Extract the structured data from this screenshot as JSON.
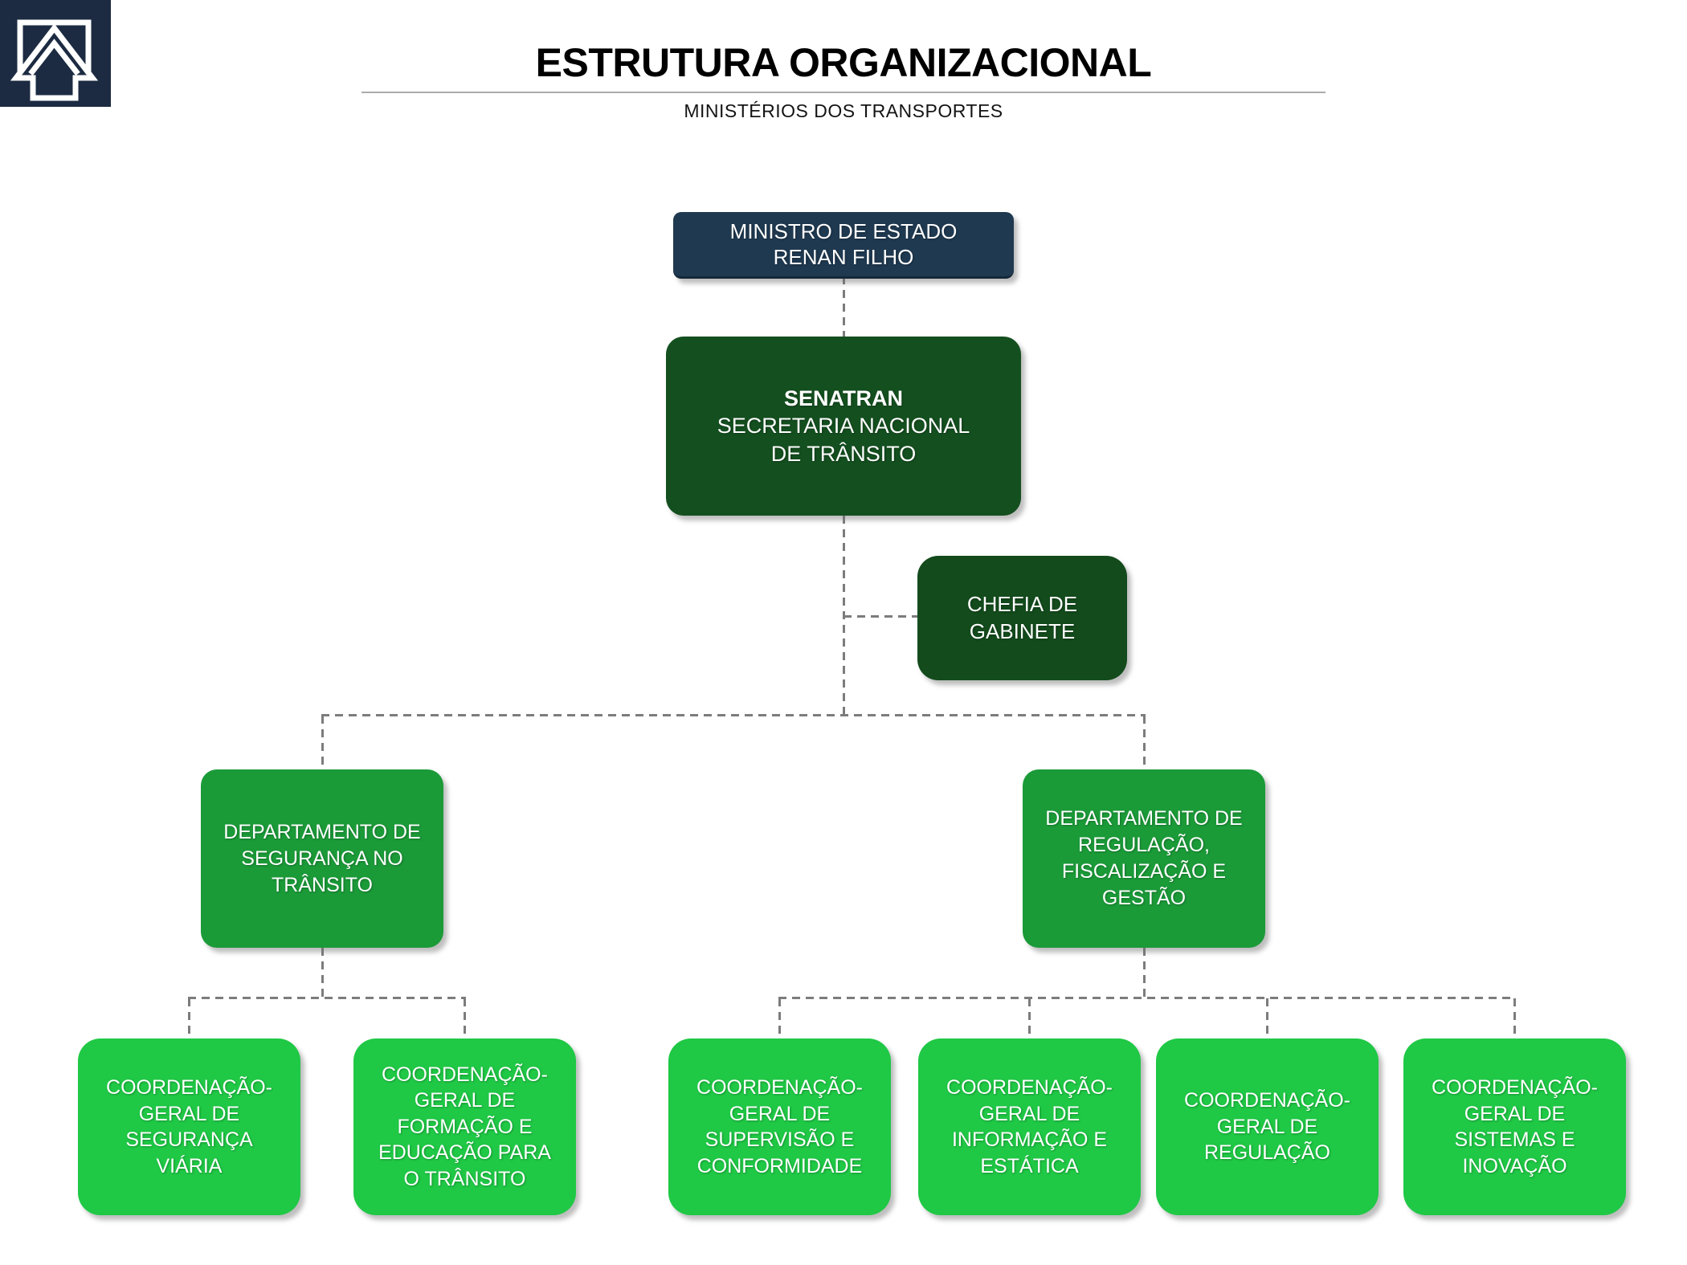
{
  "header": {
    "title": "ESTRUTURA ORGANIZACIONAL",
    "subtitle": "MINISTÉRIOS DOS TRANSPORTES"
  },
  "logo": {
    "icon": "house-arrow-up-icon"
  },
  "colors": {
    "logo_navy": "#1c2b42",
    "minister_navy": "#1f3950",
    "secretariat_dark_green": "#144f1f",
    "department_green": "#1b9a38",
    "coordination_green": "#1fc845",
    "connector_gray": "#7c7c7c"
  },
  "org": {
    "minister": {
      "lines": [
        "MINISTRO DE ESTADO",
        "RENAN FILHO"
      ]
    },
    "secretariat": {
      "acronym": "SENATRAN",
      "name_lines": [
        "SECRETARIA NACIONAL",
        "DE TRÂNSITO"
      ]
    },
    "chief_of_staff": {
      "lines": [
        "CHEFIA DE",
        "GABINETE"
      ]
    },
    "departments": [
      {
        "lines": [
          "DEPARTAMENTO DE",
          "SEGURANÇA NO",
          "TRÂNSITO"
        ]
      },
      {
        "lines": [
          "DEPARTAMENTO DE",
          "REGULAÇÃO,",
          "FISCALIZAÇÃO E GESTÃO"
        ]
      }
    ],
    "coordinations": [
      {
        "lines": [
          "COORDENAÇÃO-",
          "GERAL DE SEGURANÇA",
          "VIÁRIA"
        ]
      },
      {
        "lines": [
          "COORDENAÇÃO-",
          "GERAL DE",
          "FORMAÇÃO E",
          "EDUCAÇÃO PARA",
          "O TRÂNSITO"
        ]
      },
      {
        "lines": [
          "COORDENAÇÃO-",
          "GERAL DE",
          "SUPERVISÃO E",
          "CONFORMIDADE"
        ]
      },
      {
        "lines": [
          "COORDENAÇÃO-",
          "GERAL DE",
          "INFORMAÇÃO E",
          "ESTÁTICA"
        ]
      },
      {
        "lines": [
          "COORDENAÇÃO-",
          "GERAL DE",
          "REGULAÇÃO"
        ]
      },
      {
        "lines": [
          "COORDENAÇÃO-",
          "GERAL DE",
          "SISTEMAS E",
          "INOVAÇÃO"
        ]
      }
    ]
  }
}
